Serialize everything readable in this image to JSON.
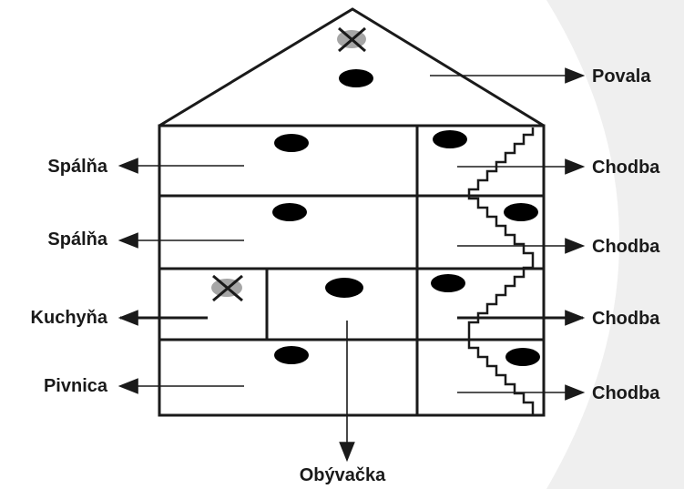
{
  "labels": {
    "attic": "Povala",
    "bedroom_top": "Spálňa",
    "bedroom_second": "Spálňa",
    "kitchen": "Kuchyňa",
    "basement": "Pivnica",
    "living_room": "Obývačka",
    "hall_1": "Chodba",
    "hall_2": "Chodba",
    "hall_3": "Chodba",
    "hall_4": "Chodba"
  },
  "colors": {
    "line": "#1a1a1a",
    "dot": "#000000",
    "cross_fill": "#a6a6a6",
    "background_arc": "#eeeeee"
  },
  "markers": {
    "detector_icon": "black-oval-dot",
    "crossed_icon": "crossed-out-gray-dot"
  }
}
